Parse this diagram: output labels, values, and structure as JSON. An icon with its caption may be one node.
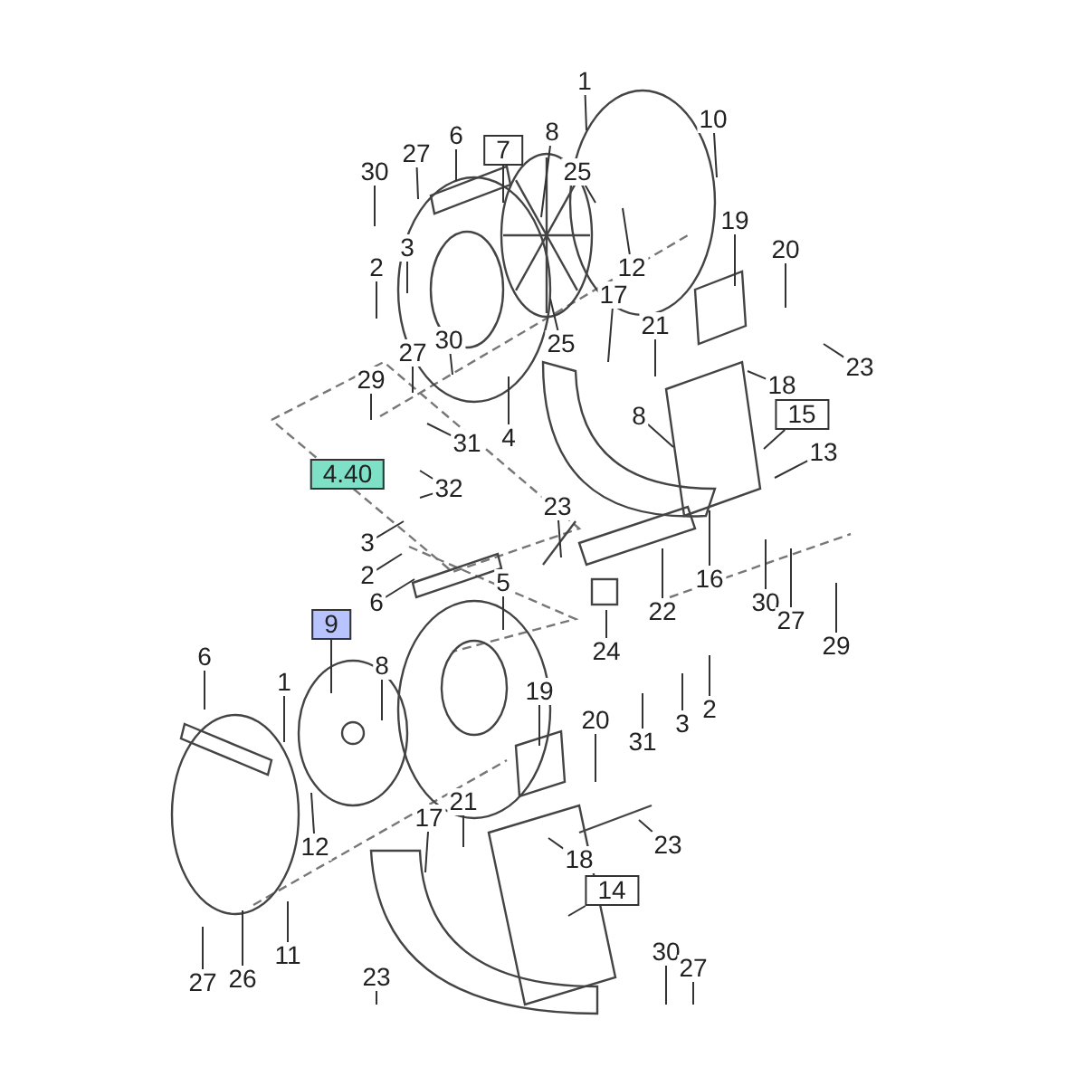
{
  "diagram": {
    "nodes": [
      {
        "text": [
          "30"
        ]
      },
      {
        "text": [
          "27"
        ]
      },
      {
        "text": [
          "6"
        ]
      },
      {
        "text": [
          "7"
        ]
      },
      {
        "text": [
          "1"
        ]
      },
      {
        "text": [
          "8"
        ]
      },
      {
        "text": [
          "25"
        ]
      },
      {
        "text": [
          "10"
        ]
      },
      {
        "text": [
          "3"
        ]
      },
      {
        "text": [
          "2"
        ]
      },
      {
        "text": [
          "12"
        ]
      },
      {
        "text": [
          "19"
        ]
      },
      {
        "text": [
          "20"
        ]
      },
      {
        "text": [
          "17"
        ]
      },
      {
        "text": [
          "25"
        ]
      },
      {
        "text": [
          "27"
        ]
      },
      {
        "text": [
          "30"
        ]
      },
      {
        "text": [
          "21"
        ]
      },
      {
        "text": [
          "29"
        ]
      },
      {
        "text": [
          "23"
        ]
      },
      {
        "text": [
          "18"
        ]
      },
      {
        "text": [
          "31"
        ]
      },
      {
        "text": [
          "4"
        ]
      },
      {
        "text": [
          "8"
        ]
      },
      {
        "text": [
          "15"
        ]
      },
      {
        "text": [
          "13"
        ]
      },
      {
        "text": [
          "4.40"
        ]
      },
      {
        "text": [
          "32"
        ]
      },
      {
        "text": [
          "23"
        ]
      },
      {
        "text": [
          "3"
        ]
      },
      {
        "text": [
          "2"
        ]
      },
      {
        "text": [
          "16"
        ]
      },
      {
        "text": [
          "22"
        ]
      },
      {
        "text": [
          "30"
        ]
      },
      {
        "text": [
          "27"
        ]
      },
      {
        "text": [
          "29"
        ]
      },
      {
        "text": [
          "6"
        ]
      },
      {
        "text": [
          "5"
        ]
      },
      {
        "text": [
          "24"
        ]
      },
      {
        "text": [
          "9"
        ]
      },
      {
        "text": [
          "8"
        ]
      },
      {
        "text": [
          "6"
        ]
      },
      {
        "text": [
          "1"
        ]
      },
      {
        "text": [
          "19"
        ]
      },
      {
        "text": [
          "31"
        ]
      },
      {
        "text": [
          "3"
        ]
      },
      {
        "text": [
          "2"
        ]
      },
      {
        "text": [
          "20"
        ]
      },
      {
        "text": [
          "21"
        ]
      },
      {
        "text": [
          "12"
        ]
      },
      {
        "text": [
          "17"
        ]
      },
      {
        "text": [
          "23"
        ]
      },
      {
        "text": [
          "18"
        ]
      },
      {
        "text": [
          "14"
        ]
      },
      {
        "text": [
          "11"
        ]
      },
      {
        "text": [
          "27"
        ]
      },
      {
        "text": [
          "26"
        ]
      },
      {
        "text": [
          "30"
        ]
      },
      {
        "text": [
          "27"
        ]
      },
      {
        "text": [
          "23"
        ]
      }
    ],
    "edges": [
      {
        "from": 0,
        "to": null,
        "arrow": "none"
      },
      {
        "from": 1,
        "to": null,
        "arrow": "none"
      },
      {
        "from": 2,
        "to": null,
        "arrow": "none"
      },
      {
        "from": 3,
        "to": null,
        "arrow": "none"
      },
      {
        "from": 4,
        "to": null,
        "arrow": "none"
      },
      {
        "from": 5,
        "to": null,
        "arrow": "none"
      },
      {
        "from": 6,
        "to": null,
        "arrow": "none"
      },
      {
        "from": 7,
        "to": null,
        "arrow": "none"
      },
      {
        "from": 8,
        "to": null,
        "arrow": "none"
      },
      {
        "from": 9,
        "to": null,
        "arrow": "none"
      },
      {
        "from": 10,
        "to": null,
        "arrow": "none"
      },
      {
        "from": 11,
        "to": null,
        "arrow": "none"
      },
      {
        "from": 12,
        "to": null,
        "arrow": "none"
      },
      {
        "from": 13,
        "to": null,
        "arrow": "none"
      },
      {
        "from": 14,
        "to": null,
        "arrow": "none"
      },
      {
        "from": 15,
        "to": null,
        "arrow": "none"
      },
      {
        "from": 16,
        "to": null,
        "arrow": "none"
      },
      {
        "from": 17,
        "to": null,
        "arrow": "none"
      },
      {
        "from": 18,
        "to": null,
        "arrow": "none"
      },
      {
        "from": 19,
        "to": null,
        "arrow": "none"
      },
      {
        "from": 20,
        "to": null,
        "arrow": "none"
      },
      {
        "from": 21,
        "to": null,
        "arrow": "none"
      },
      {
        "from": 22,
        "to": null,
        "arrow": "none"
      },
      {
        "from": 23,
        "to": null,
        "arrow": "none"
      },
      {
        "from": 24,
        "to": null,
        "arrow": "none"
      },
      {
        "from": 25,
        "to": null,
        "arrow": "none"
      },
      {
        "from": 27,
        "to": null,
        "arrow": "none"
      },
      {
        "from": 27,
        "to": null,
        "arrow": "none"
      },
      {
        "from": 28,
        "to": null,
        "arrow": "none"
      },
      {
        "from": 29,
        "to": null,
        "arrow": "none"
      },
      {
        "from": 30,
        "to": null,
        "arrow": "none"
      },
      {
        "from": 31,
        "to": null,
        "arrow": "none"
      },
      {
        "from": 32,
        "to": null,
        "arrow": "none"
      },
      {
        "from": 33,
        "to": null,
        "arrow": "none"
      },
      {
        "from": 34,
        "to": null,
        "arrow": "none"
      },
      {
        "from": 35,
        "to": null,
        "arrow": "none"
      },
      {
        "from": 36,
        "to": null,
        "arrow": "none"
      },
      {
        "from": 37,
        "to": null,
        "arrow": "none"
      },
      {
        "from": 38,
        "to": null,
        "arrow": "none"
      },
      {
        "from": 39,
        "to": null,
        "arrow": "none"
      },
      {
        "from": 40,
        "to": null,
        "arrow": "none"
      },
      {
        "from": 41,
        "to": null,
        "arrow": "none"
      },
      {
        "from": 42,
        "to": null,
        "arrow": "none"
      },
      {
        "from": 43,
        "to": null,
        "arrow": "none"
      },
      {
        "from": 44,
        "to": null,
        "arrow": "none"
      },
      {
        "from": 45,
        "to": null,
        "arrow": "none"
      },
      {
        "from": 46,
        "to": null,
        "arrow": "none"
      },
      {
        "from": 47,
        "to": null,
        "arrow": "none"
      },
      {
        "from": 48,
        "to": null,
        "arrow": "none"
      },
      {
        "from": 49,
        "to": null,
        "arrow": "none"
      },
      {
        "from": 50,
        "to": null,
        "arrow": "none"
      },
      {
        "from": 51,
        "to": null,
        "arrow": "none"
      },
      {
        "from": 52,
        "to": null,
        "arrow": "none"
      },
      {
        "from": 53,
        "to": null,
        "arrow": "none"
      },
      {
        "from": 54,
        "to": null,
        "arrow": "none"
      },
      {
        "from": 55,
        "to": null,
        "arrow": "none"
      },
      {
        "from": 56,
        "to": null,
        "arrow": "none"
      },
      {
        "from": 57,
        "to": null,
        "arrow": "none"
      },
      {
        "from": 58,
        "to": null,
        "arrow": "none"
      },
      {
        "from": 59,
        "to": null,
        "arrow": "none"
      }
    ]
  }
}
